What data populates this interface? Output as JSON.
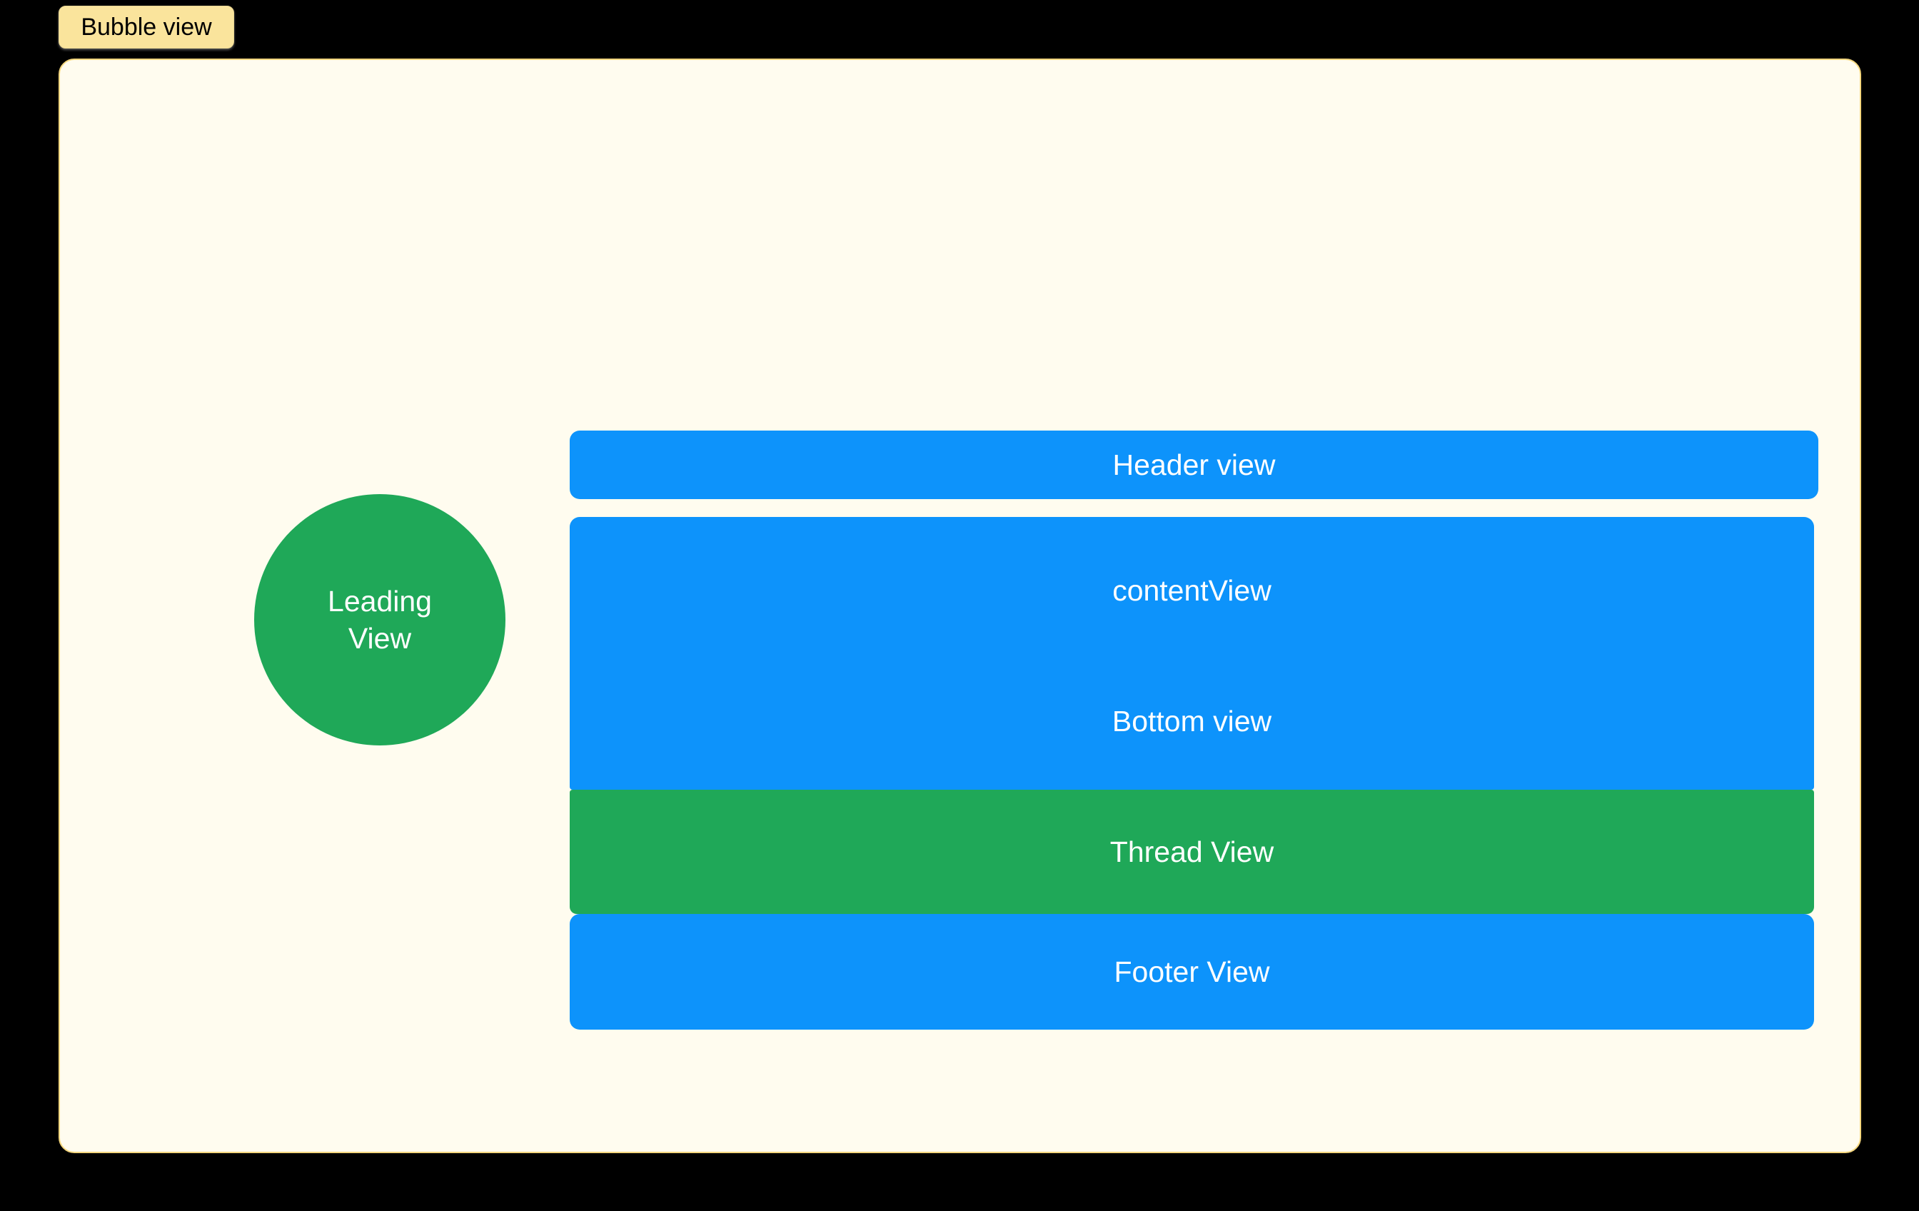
{
  "tab": {
    "label": "Bubble view",
    "background_color": "#FAE49C",
    "text_color": "#000000"
  },
  "canvas": {
    "background_color": "#FFFCEF",
    "border_color": "#F5D77E"
  },
  "diagram": {
    "leading_circle": {
      "line1": "Leading",
      "line2": "View",
      "color": "#1FA858",
      "text_color": "#FFFFFF"
    },
    "bars": [
      {
        "name": "header-view",
        "label": "Header view",
        "color": "#0D93FB",
        "text_color": "#FFFFFF"
      },
      {
        "name": "content-view",
        "label": "contentView",
        "secondary_label": "Bottom view",
        "color": "#0D93FB",
        "text_color": "#FFFFFF"
      },
      {
        "name": "thread-view",
        "label": "Thread View",
        "color": "#1FA858",
        "text_color": "#FFFFFF"
      },
      {
        "name": "footer-view",
        "label": "Footer View",
        "color": "#0D93FB",
        "text_color": "#FFFFFF"
      }
    ]
  },
  "page": {
    "background_color": "#000000"
  }
}
